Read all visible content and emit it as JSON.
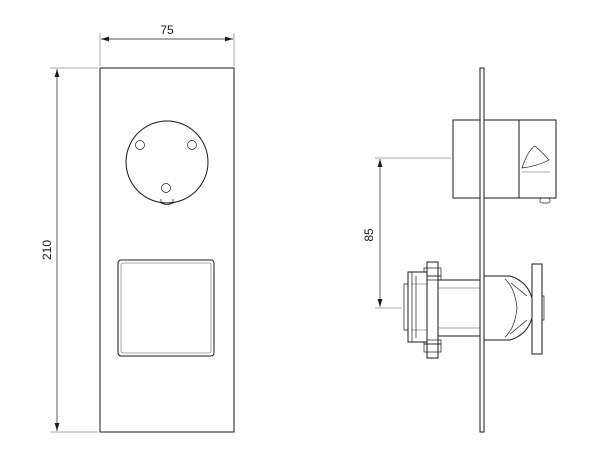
{
  "dimensions": {
    "width_label": "75",
    "height_label": "210",
    "offset_label": "85"
  }
}
